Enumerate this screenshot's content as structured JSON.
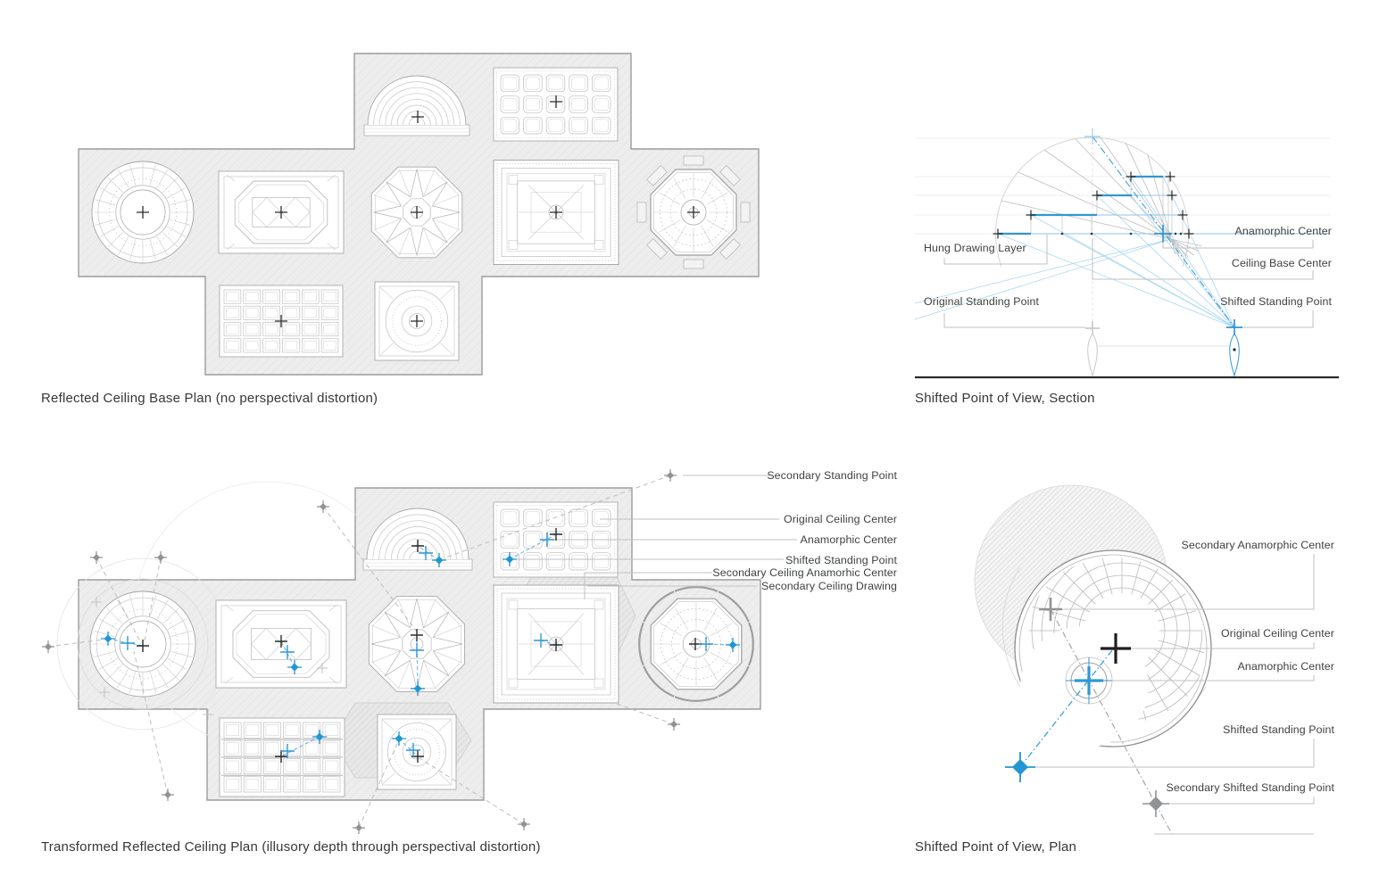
{
  "panels": {
    "base_plan": {
      "caption": "Reflected Ceiling Base Plan (no perspectival distortion)"
    },
    "section": {
      "caption": "Shifted Point of View, Section",
      "labels": {
        "anamorphic_center": "Anamorphic Center",
        "hung_drawing_layer": "Hung Drawing Layer",
        "ceiling_base_center": "Ceiling Base Center",
        "original_standing_point": "Original Standing Point",
        "shifted_standing_point": "Shifted Standing Point"
      }
    },
    "transformed_plan": {
      "caption": "Transformed Reflected Ceiling Plan (illusory depth through perspectival distortion)",
      "labels": {
        "secondary_standing_point": "Secondary Standing Point",
        "original_ceiling_center": "Original Ceiling Center",
        "anamorphic_center": "Anamorphic Center",
        "shifted_standing_point": "Shifted Standing Point",
        "secondary_ceiling_anamorhic_center": "Secondary Ceiling Anamorhic Center",
        "secondary_ceiling_drawing": "Secondary Ceiling Drawing"
      }
    },
    "plan_view": {
      "caption": "Shifted Point of View, Plan",
      "labels": {
        "secondary_anamorphic_center": "Secondary Anamorphic Center",
        "original_ceiling_center": "Original Ceiling Center",
        "anamorphic_center": "Anamorphic Center",
        "shifted_standing_point": "Shifted Standing Point",
        "secondary_shifted_standing_point": "Secondary Shifted Standing Point"
      }
    }
  },
  "markers": {
    "original_center": {
      "glyph": "cross",
      "color": "#2b2b2b"
    },
    "anamorphic_center": {
      "glyph": "cross",
      "color": "#2f97d4"
    },
    "shifted_standing_point": {
      "glyph": "diamond-cross",
      "color": "#2196d3"
    },
    "secondary_standing_point": {
      "glyph": "diamond-cross",
      "color": "#909294"
    }
  },
  "colors": {
    "accent_blue": "#2f97d4",
    "light_blue": "#a9d6ef",
    "marker_gray": "#909294",
    "leader_gray": "#c2c2c2",
    "text": "#3f4141",
    "plan_fill": "#ededed"
  }
}
